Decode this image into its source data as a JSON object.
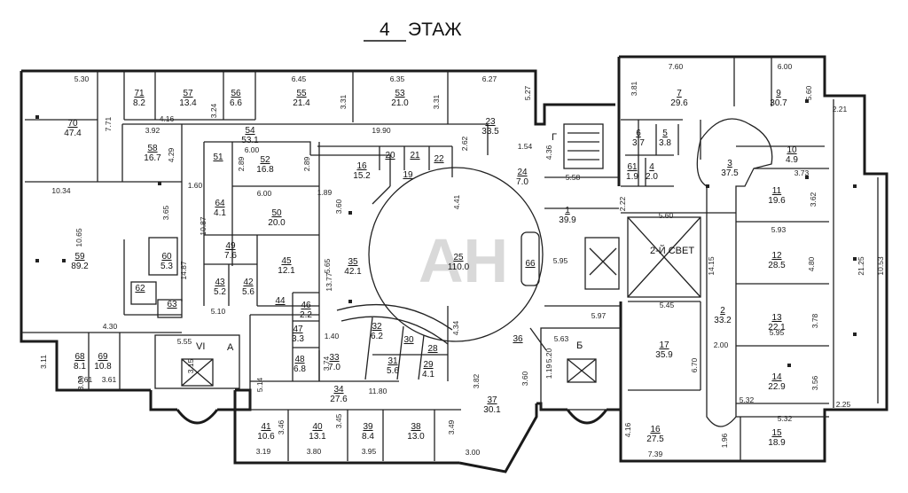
{
  "title": {
    "number": "4",
    "word": "ЭТАЖ"
  },
  "watermark": "AH",
  "labels": {
    "second_light": "2-Й СВЕТ",
    "stair_A": "А",
    "stair_B": "Б",
    "stair_G": "Г",
    "stair_VI": "VI"
  },
  "rooms": [
    {
      "id": "r70",
      "num": "70",
      "area": "47.4"
    },
    {
      "id": "r71",
      "num": "71",
      "area": "8.2"
    },
    {
      "id": "r57",
      "num": "57",
      "area": "13.4"
    },
    {
      "id": "r56",
      "num": "56",
      "area": "6.6"
    },
    {
      "id": "r55",
      "num": "55",
      "area": "21.4"
    },
    {
      "id": "r53",
      "num": "53",
      "area": "21.0"
    },
    {
      "id": "r23",
      "num": "23",
      "area": "33.5"
    },
    {
      "id": "r54",
      "num": "54",
      "area": "53.1"
    },
    {
      "id": "r58",
      "num": "58",
      "area": "16.7"
    },
    {
      "id": "r51",
      "num": "51",
      "area": ""
    },
    {
      "id": "r52",
      "num": "52",
      "area": "16.8"
    },
    {
      "id": "r16",
      "num": "16",
      "area": "15.2"
    },
    {
      "id": "r20",
      "num": "20",
      "area": ""
    },
    {
      "id": "r21",
      "num": "21",
      "area": ""
    },
    {
      "id": "r22",
      "num": "22",
      "area": ""
    },
    {
      "id": "r19",
      "num": "19",
      "area": ""
    },
    {
      "id": "r64",
      "num": "64",
      "area": "4.1"
    },
    {
      "id": "r50",
      "num": "50",
      "area": "20.0"
    },
    {
      "id": "r59",
      "num": "59",
      "area": "89.2"
    },
    {
      "id": "r60",
      "num": "60",
      "area": "5.3"
    },
    {
      "id": "r49",
      "num": "49",
      "area": "7.6"
    },
    {
      "id": "r45",
      "num": "45",
      "area": "12.1"
    },
    {
      "id": "r35",
      "num": "35",
      "area": "42.1"
    },
    {
      "id": "r43",
      "num": "43",
      "area": "5.2"
    },
    {
      "id": "r42",
      "num": "42",
      "area": "5.6"
    },
    {
      "id": "r62",
      "num": "62",
      "area": ""
    },
    {
      "id": "r63",
      "num": "63",
      "area": ""
    },
    {
      "id": "r44",
      "num": "44",
      "area": ""
    },
    {
      "id": "r46",
      "num": "46",
      "area": "2.2"
    },
    {
      "id": "r47",
      "num": "47",
      "area": "3.3"
    },
    {
      "id": "r48",
      "num": "48",
      "area": "6.8"
    },
    {
      "id": "r68",
      "num": "68",
      "area": "8.1"
    },
    {
      "id": "r69",
      "num": "69",
      "area": "10.8"
    },
    {
      "id": "r32",
      "num": "32",
      "area": "6.2"
    },
    {
      "id": "r30",
      "num": "30",
      "area": ""
    },
    {
      "id": "r28",
      "num": "28",
      "area": ""
    },
    {
      "id": "r33",
      "num": "33",
      "area": "7.0"
    },
    {
      "id": "r31",
      "num": "31",
      "area": "5.6"
    },
    {
      "id": "r29",
      "num": "29",
      "area": "4.1"
    },
    {
      "id": "r34",
      "num": "34",
      "area": "27.6"
    },
    {
      "id": "r25",
      "num": "25",
      "area": "110.0"
    },
    {
      "id": "r37",
      "num": "37",
      "area": "30.1"
    },
    {
      "id": "r41",
      "num": "41",
      "area": "10.6"
    },
    {
      "id": "r40",
      "num": "40",
      "area": "13.1"
    },
    {
      "id": "r39",
      "num": "39",
      "area": "8.4"
    },
    {
      "id": "r38",
      "num": "38",
      "area": "13.0"
    },
    {
      "id": "r24",
      "num": "24",
      "area": "7.0"
    },
    {
      "id": "r1",
      "num": "1",
      "area": "39.9"
    },
    {
      "id": "r7",
      "num": "7",
      "area": "29.6"
    },
    {
      "id": "r9",
      "num": "9",
      "area": "30.7"
    },
    {
      "id": "r6",
      "num": "6",
      "area": "3.7"
    },
    {
      "id": "r5",
      "num": "5",
      "area": "3.8"
    },
    {
      "id": "r61",
      "num": "61",
      "area": "1.9"
    },
    {
      "id": "r4",
      "num": "4",
      "area": "2.0"
    },
    {
      "id": "r3",
      "num": "3",
      "area": "37.5"
    },
    {
      "id": "r10",
      "num": "10",
      "area": "4.9"
    },
    {
      "id": "r11",
      "num": "11",
      "area": "19.6"
    },
    {
      "id": "r12",
      "num": "12",
      "area": "28.5"
    },
    {
      "id": "r2",
      "num": "2",
      "area": "33.2"
    },
    {
      "id": "r13",
      "num": "13",
      "area": "22.1"
    },
    {
      "id": "r17",
      "num": "17",
      "area": "35.9"
    },
    {
      "id": "r14",
      "num": "14",
      "area": "22.9"
    },
    {
      "id": "r16b",
      "num": "16",
      "area": "27.5"
    },
    {
      "id": "r15",
      "num": "15",
      "area": "18.9"
    },
    {
      "id": "r66",
      "num": "66",
      "area": ""
    },
    {
      "id": "r36",
      "num": "36",
      "area": ""
    }
  ],
  "dimensions": [
    "5.30",
    "7.71",
    "4.16",
    "3.92",
    "3.24",
    "6.45",
    "6.35",
    "3.31",
    "3.31",
    "6.27",
    "5.27",
    "19.90",
    "2.62",
    "4.29",
    "10.34",
    "1.60",
    "3.65",
    "10.65",
    "10.87",
    "14.87",
    "6.00",
    "2.89",
    "2.89",
    "1.89",
    "3.60",
    "4.41",
    "6.00",
    "5.65",
    "13.77",
    "5.10",
    "4.30",
    "5.55",
    "3.15",
    "5.14",
    "3.11",
    "3.00",
    "2.61",
    "3.61",
    "1.40",
    "3.74",
    "11.80",
    "4.34",
    "3.82",
    "3.45",
    "3.46",
    "3.49",
    "3.19",
    "3.80",
    "3.95",
    "3.00",
    "1.54",
    "4.36",
    "5.58",
    "7.60",
    "6.00",
    "3.81",
    "5.60",
    "2.21",
    "2.22",
    "5.60",
    "5.95",
    "5.97",
    "5.63",
    "5.20",
    "14.15",
    "5.93",
    "4.80",
    "21.25",
    "10.53",
    "3.73",
    "3.62",
    "5.45",
    "3.78",
    "5.95",
    "2.00",
    "6.70",
    "3.56",
    "5.32",
    "5.32",
    "2.25",
    "4.16",
    "1.96",
    "7.39",
    "1.19",
    "3.60"
  ]
}
